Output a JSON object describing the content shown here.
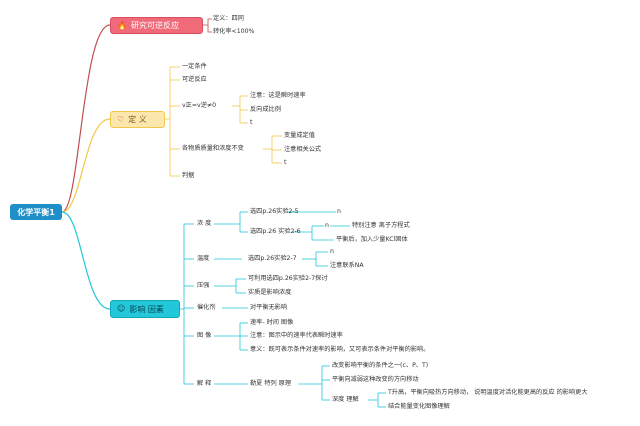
{
  "root": {
    "label": "化学平衡1"
  },
  "branch1": {
    "label": "研究可逆反应",
    "icon": "fire-icon",
    "items": [
      "定义：四同",
      "转化率<100%"
    ]
  },
  "branch2": {
    "label": "定 义",
    "icon": "heart-icon",
    "items": {
      "a": "一定条件",
      "b": "可逆反应",
      "c": "v正=v逆≠0",
      "c1": "注意：这是瞬时速率",
      "c2": "反向成比例",
      "c3": "t",
      "d": "各物质质量和浓度不变",
      "d1": "变量成定值",
      "d2": "注意相关公式",
      "d3": "t",
      "e": "判据"
    }
  },
  "branch3": {
    "label": "影响 因素",
    "icon": "smiley-icon",
    "items": {
      "nd": "浓 度",
      "nd1": "选四p.26实验2-5",
      "nd1a": "n",
      "nd2": "选四p.26 实验2-6",
      "nd2a": "n",
      "nd2a1": "特别注意 离子方程式",
      "nd2b": "平衡后，加入少量KCl固体",
      "wd": "温度",
      "wd1": "选四p.26实验2-7",
      "wd1a": "n",
      "wd1b": "注意联系NA",
      "yq": "压强",
      "yq1": "可利用选四p.26实验2-7探讨",
      "yq2": "实质是影响浓度",
      "chj": "催化剂",
      "chj1": "对平衡无影响",
      "tx": "图 像",
      "tx1": "速率- 时间 图像",
      "tx2": "注意：图示中的速率代表瞬时速率",
      "tx3": "意义：既可表示条件对速率的影响，又可表示条件对平衡的影响。",
      "js": "解 释",
      "js1": "勒夏 特列 原理",
      "js1a": "改变影响平衡的条件之一(c、P、T)",
      "js1b": "平衡向减弱这种改变的方向移动",
      "js1c": "深度 理解",
      "js1c1": "T升高，平衡向吸热方向移动，  说明温度对活化能更高的反应 的影响更大",
      "js1c2": "结合能量变化图像理解"
    }
  }
}
